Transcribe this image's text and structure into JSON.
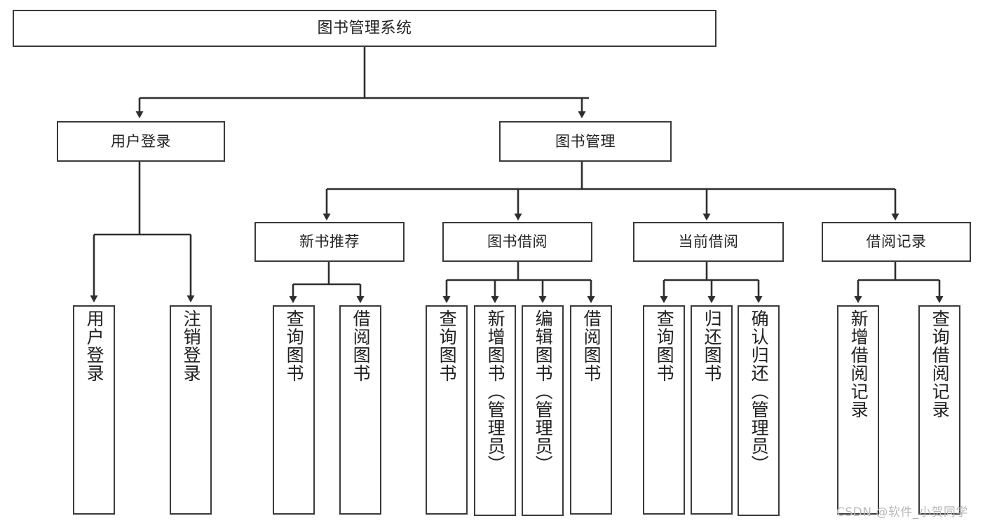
{
  "diagram": {
    "title": "图书管理系统",
    "type": "tree-hierarchy",
    "root": {
      "label": "图书管理系统"
    },
    "level1": [
      {
        "label": "用户登录"
      },
      {
        "label": "图书管理"
      }
    ],
    "level2": [
      {
        "label": "新书推荐"
      },
      {
        "label": "图书借阅"
      },
      {
        "label": "当前借阅"
      },
      {
        "label": "借阅记录"
      }
    ],
    "leaves": {
      "user_login": [
        {
          "label": "用户登录"
        },
        {
          "label": "注销登录"
        }
      ],
      "new_book_recommend": [
        {
          "label": "查询图书"
        },
        {
          "label": "借阅图书"
        }
      ],
      "book_borrow": [
        {
          "label": "查询图书"
        },
        {
          "label": "新增图书（管理员）"
        },
        {
          "label": "编辑图书（管理员）"
        },
        {
          "label": "借阅图书"
        }
      ],
      "current_borrow": [
        {
          "label": "查询图书"
        },
        {
          "label": "归还图书"
        },
        {
          "label": "确认归还（管理员）"
        }
      ],
      "borrow_record": [
        {
          "label": "新增借阅记录"
        },
        {
          "label": "查询借阅记录"
        }
      ]
    }
  },
  "watermark": {
    "text": "CSDN @软件_小贺同学"
  },
  "colors": {
    "stroke": "#3a3a3a",
    "background": "#ffffff",
    "text": "#222222",
    "watermark": "#b9b9b9"
  }
}
